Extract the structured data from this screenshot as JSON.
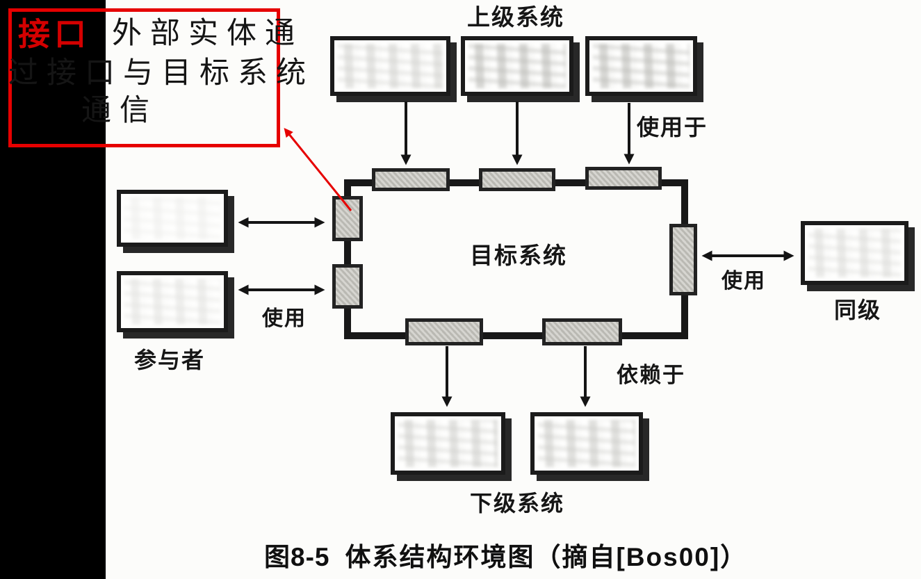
{
  "slide": {
    "background": "#fcfcfa",
    "left_strip_color": "#000000"
  },
  "callout": {
    "keyword": "接口",
    "keyword_color": "#d40000",
    "border_color": "#e60000",
    "body_line1": "外部实体通",
    "body_line2": "过接口与目标系统",
    "body_line3": "通信"
  },
  "diagram": {
    "top_group_label": "上级系统",
    "center_box_label": "目标系统",
    "left_group_label": "参与者",
    "right_box_label": "同级",
    "bottom_group_label": "下级系统",
    "relation_labels": {
      "top_right": "使用于",
      "left": "使用",
      "right": "使用",
      "bottom_right": "依赖于"
    },
    "ink_color": "#1b1b1b",
    "interface_fill": "#c8c7c1"
  },
  "caption": {
    "figure_number": "图8-5",
    "title": "体系结构环境图（摘自[Bos00]）"
  }
}
